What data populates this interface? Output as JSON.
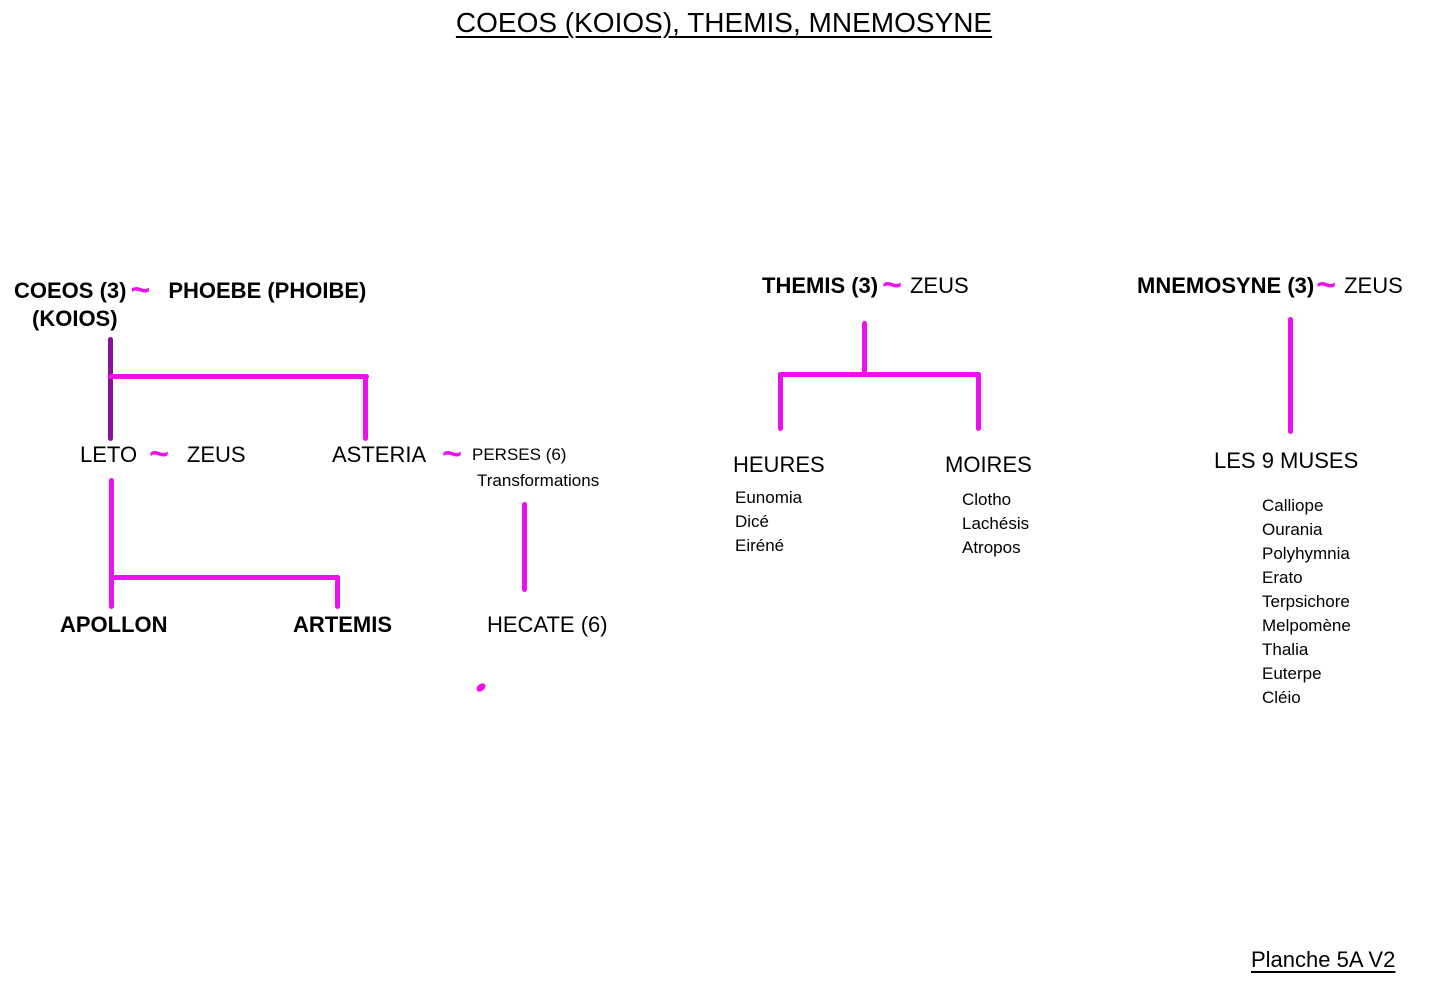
{
  "page": {
    "title": "COEOS (KOIOS), THEMIS, MNEMOSYNE",
    "footer": "Planche 5A V2"
  },
  "symbols": {
    "union_tilde": "~"
  },
  "colors": {
    "magenta": "#ED0FED",
    "purple": "#8B109B",
    "text": "#000000",
    "background": "#FFFFFF"
  },
  "coeos_family": {
    "father_name": "COEOS (3)",
    "father_alt_name": "(KOIOS)",
    "mother_name": "PHOEBE (PHOIBE)",
    "leto": {
      "name": "LETO",
      "partner": "ZEUS"
    },
    "asteria": {
      "name": "ASTERIA",
      "partner": "PERSES (6)",
      "partner_note": "Transformations"
    },
    "apollon": "APOLLON",
    "artemis": "ARTEMIS",
    "hecate": "HECATE (6)"
  },
  "themis_family": {
    "mother_name": "THEMIS (3)",
    "partner": "ZEUS",
    "heures": {
      "title": "HEURES",
      "members": [
        "Eunomia",
        "Dicé",
        "Eiréné"
      ]
    },
    "moires": {
      "title": "MOIRES",
      "members": [
        "Clotho",
        "Lachésis",
        "Atropos"
      ]
    }
  },
  "mnemosyne_family": {
    "mother_name": "MNEMOSYNE (3)",
    "partner": "ZEUS",
    "muses_title": "LES 9 MUSES",
    "muses": [
      "Calliope",
      "Ourania",
      "Polyhymnia",
      "Erato",
      "Terpsichore",
      "Melpomène",
      "Thalia",
      "Euterpe",
      "Cléio"
    ]
  }
}
